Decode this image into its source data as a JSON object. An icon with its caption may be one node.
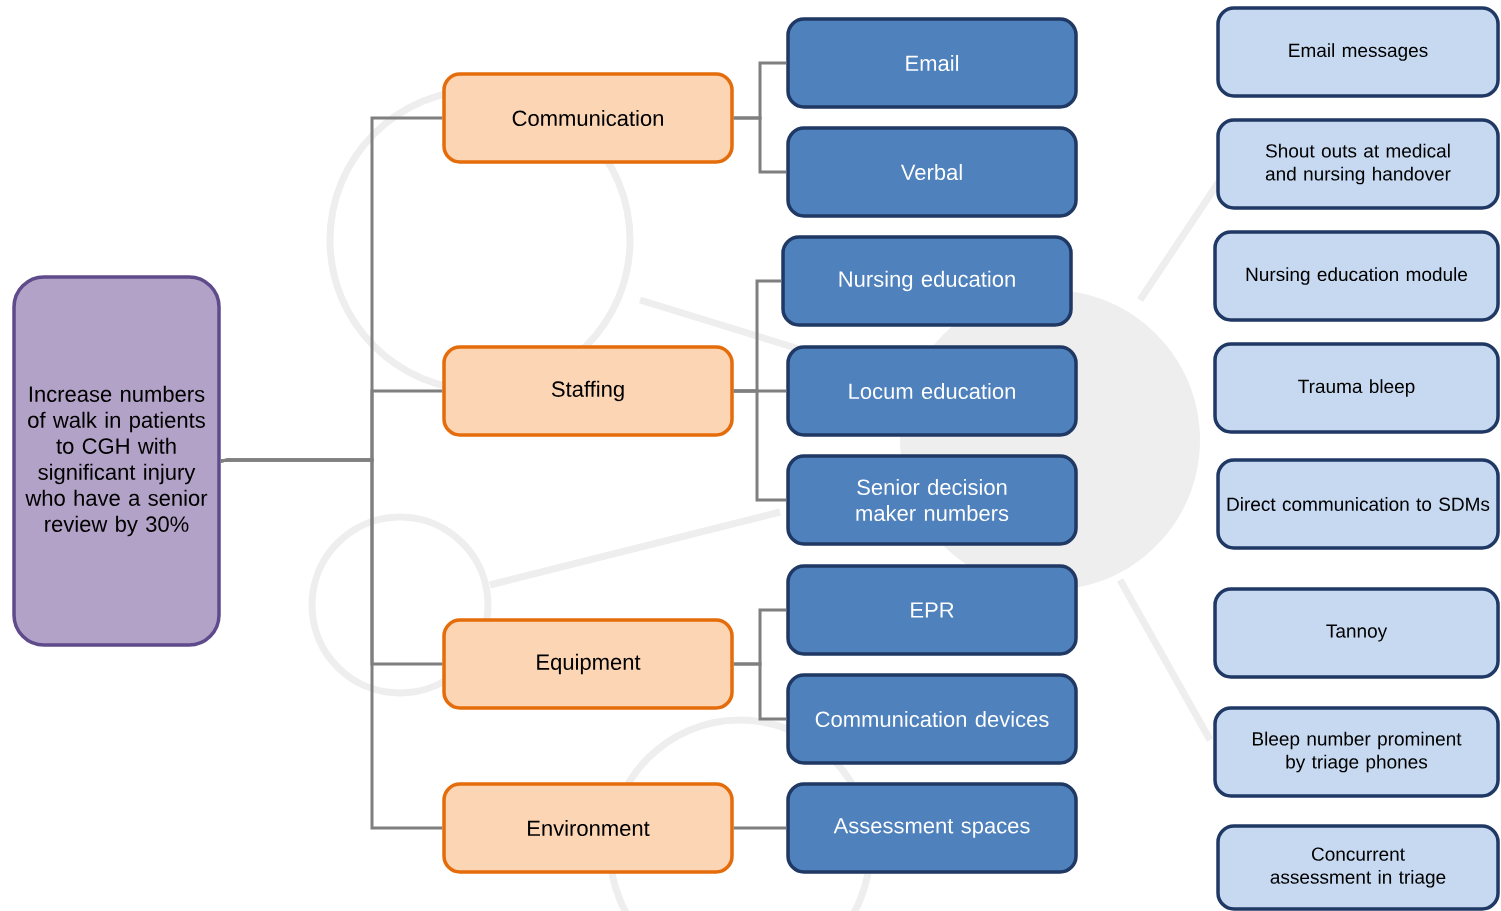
{
  "diagram": {
    "nodes": [
      {
        "text": [
          "Increase numbers of walk in patients to CGH with significant injury who have a senior review by 30%"
        ]
      },
      {
        "text": [
          "Communication"
        ]
      },
      {
        "text": [
          "Staffing"
        ]
      },
      {
        "text": [
          "Equipment"
        ]
      },
      {
        "text": [
          "Environment"
        ]
      },
      {
        "text": [
          "Email"
        ]
      },
      {
        "text": [
          "Verbal"
        ]
      },
      {
        "text": [
          "Nursing education"
        ]
      },
      {
        "text": [
          "Locum education"
        ]
      },
      {
        "text": [
          "Senior decision maker numbers"
        ]
      },
      {
        "text": [
          "EPR"
        ]
      },
      {
        "text": [
          "Communication devices"
        ]
      },
      {
        "text": [
          "Assessment spaces"
        ]
      },
      {
        "text": [
          "Email messages"
        ]
      },
      {
        "text": [
          "Shout outs at medical and nursing handover"
        ]
      },
      {
        "text": [
          "Nursing education module"
        ]
      },
      {
        "text": [
          "Trauma bleep"
        ]
      },
      {
        "text": [
          "Direct communication to SDMs"
        ]
      },
      {
        "text": [
          "Tannoy"
        ]
      },
      {
        "text": [
          "Bleep number prominent by triage phones"
        ]
      },
      {
        "text": [
          "Concurrent assessment in triage"
        ]
      }
    ],
    "edges": [
      {
        "from": 0,
        "to": 1,
        "arrow": "none"
      },
      {
        "from": 0,
        "to": 2,
        "arrow": "none"
      },
      {
        "from": 0,
        "to": 3,
        "arrow": "none"
      },
      {
        "from": 0,
        "to": 4,
        "arrow": "none"
      },
      {
        "from": 1,
        "to": 5,
        "arrow": "none"
      },
      {
        "from": 1,
        "to": 6,
        "arrow": "none"
      },
      {
        "from": 2,
        "to": 7,
        "arrow": "none"
      },
      {
        "from": 2,
        "to": 8,
        "arrow": "none"
      },
      {
        "from": 2,
        "to": 9,
        "arrow": "none"
      },
      {
        "from": 3,
        "to": 10,
        "arrow": "none"
      },
      {
        "from": 3,
        "to": 11,
        "arrow": "none"
      },
      {
        "from": 4,
        "to": 12,
        "arrow": "none"
      }
    ]
  }
}
